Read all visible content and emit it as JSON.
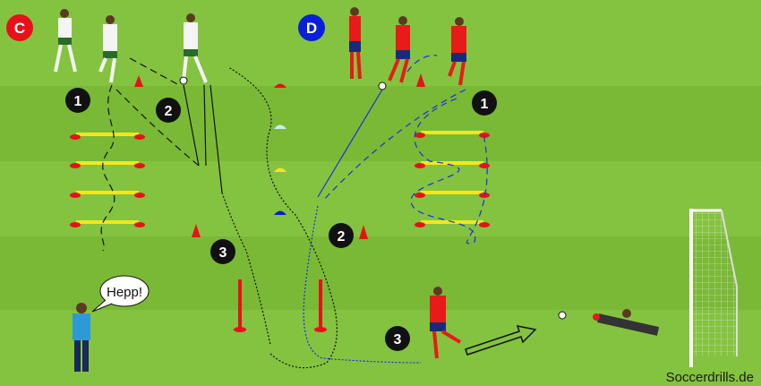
{
  "groups": {
    "c": "C",
    "d": "D"
  },
  "colors": {
    "group_c": "#e8101a",
    "group_d": "#0a1fd8",
    "field_light": "#86c440",
    "field_dark": "#7aba37"
  },
  "steps_c": [
    "1",
    "2",
    "3"
  ],
  "steps_d": [
    "1",
    "2",
    "3"
  ],
  "coach_shout": "Hepp!",
  "watermark": "Soccerdrills.de"
}
